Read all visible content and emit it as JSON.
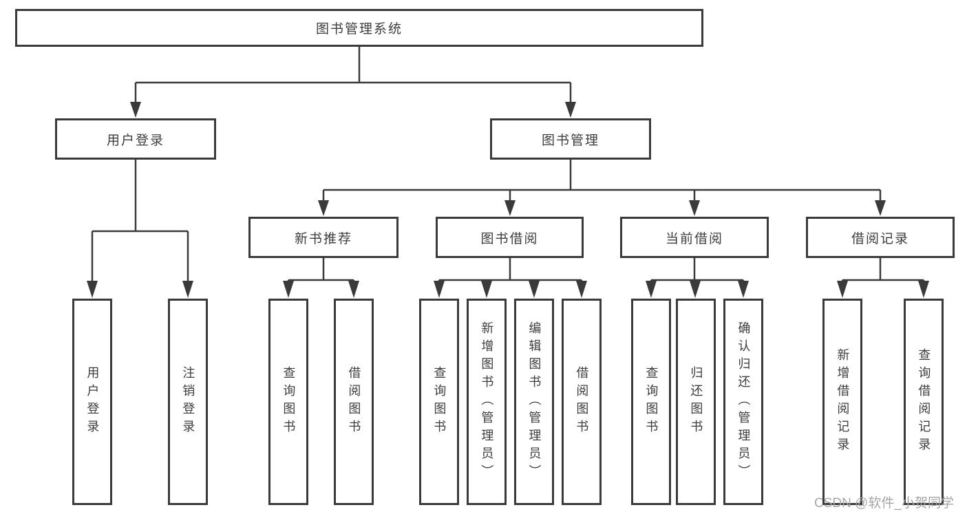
{
  "diagram": {
    "root": {
      "label": "图书管理系统",
      "children": [
        {
          "label": "用户登录",
          "children": [
            {
              "label": "用户登录"
            },
            {
              "label": "注销登录"
            }
          ]
        },
        {
          "label": "图书管理",
          "children": [
            {
              "label": "新书推荐",
              "children": [
                {
                  "label": "查询图书"
                },
                {
                  "label": "借阅图书"
                }
              ]
            },
            {
              "label": "图书借阅",
              "children": [
                {
                  "label": "查询图书"
                },
                {
                  "label": "新增图书（管理员）"
                },
                {
                  "label": "编辑图书（管理员）"
                },
                {
                  "label": "借阅图书"
                }
              ]
            },
            {
              "label": "当前借阅",
              "children": [
                {
                  "label": "查询图书"
                },
                {
                  "label": "归还图书"
                },
                {
                  "label": "确认归还（管理员）"
                }
              ]
            },
            {
              "label": "借阅记录",
              "children": [
                {
                  "label": "新增借阅记录"
                },
                {
                  "label": "查询借阅记录"
                }
              ]
            }
          ]
        }
      ]
    }
  },
  "watermark": {
    "text": "CSDN @软件_小贺同学"
  },
  "colors": {
    "line": "#3a3a3a",
    "text": "#3d3d3d",
    "watermark": "#a6a6a6",
    "background": "#ffffff"
  }
}
